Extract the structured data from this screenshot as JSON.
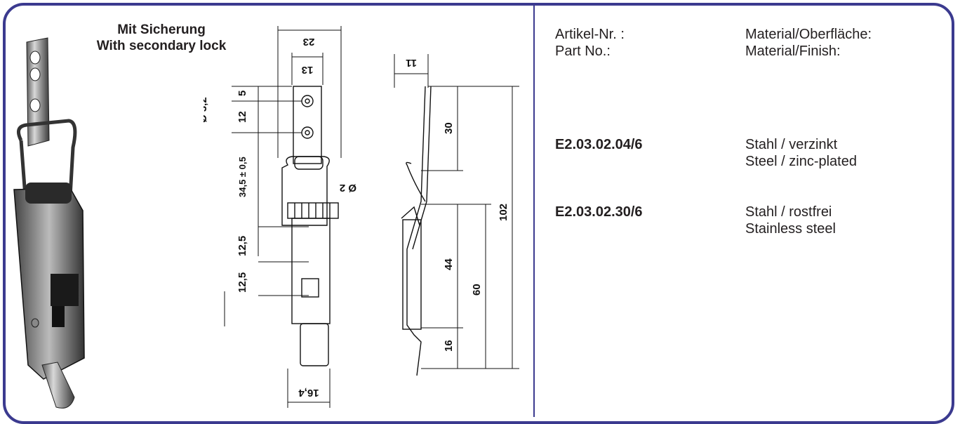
{
  "header": {
    "title_de": "Mit Sicherung",
    "title_en": "With secondary lock"
  },
  "photo": {
    "icon": "toggle-latch-photo"
  },
  "drawing": {
    "icon": "technical-drawing",
    "dims": {
      "w_total": "23",
      "w_plate": "13",
      "hole_top": "5",
      "hole_pitch": "12",
      "hole_dia": "Ø 3,2",
      "loop_len": "34,5 ± 0,5",
      "wire": "Ø 2",
      "lower_1": "12,5",
      "lower_2": "12,5",
      "bottom_w": "16,4",
      "side_thk": "11",
      "side_30": "30",
      "side_44": "44",
      "side_60": "60",
      "side_16": "16",
      "side_102": "102"
    }
  },
  "specs": {
    "label_part_de": "Artikel-Nr. :",
    "label_part_en": "Part No.:",
    "label_mat_de": "Material/Oberfläche:",
    "label_mat_en": "Material/Finish:",
    "rows": [
      {
        "part": "E2.03.02.04/6",
        "mat_de": "Stahl / verzinkt",
        "mat_en": "Steel / zinc-plated"
      },
      {
        "part": "E2.03.02.30/6",
        "mat_de": "Stahl / rostfrei",
        "mat_en": "Stainless steel"
      }
    ]
  },
  "colors": {
    "frame": "#3b3a8f",
    "text": "#231f20"
  }
}
